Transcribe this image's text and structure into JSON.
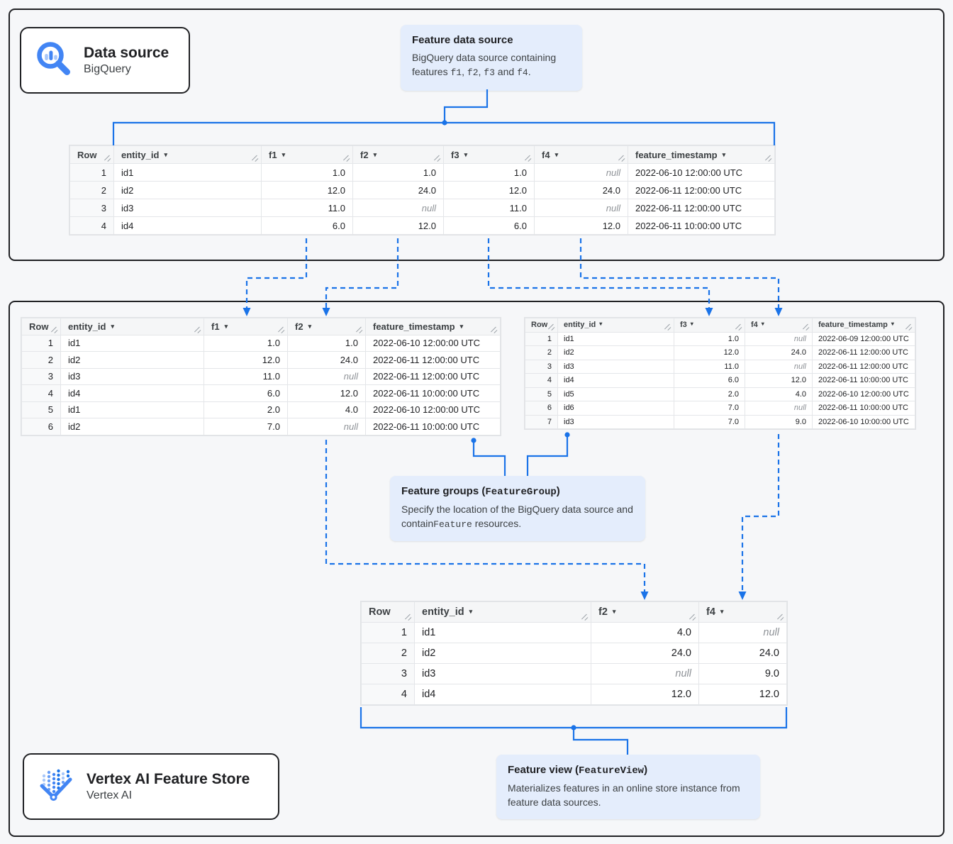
{
  "colors": {
    "accent": "#1a73e8",
    "callout_bg": "#e4edfc",
    "frame_border": "#202124"
  },
  "cards": {
    "data_source": {
      "title": "Data source",
      "subtitle": "BigQuery"
    },
    "vertex": {
      "title": "Vertex AI Feature Store",
      "subtitle": "Vertex AI"
    }
  },
  "callouts": {
    "source": {
      "title_parts": [
        {
          "t": "Feature data source"
        }
      ],
      "body_parts": [
        {
          "t": "BigQuery data source containing features "
        },
        {
          "t": "f1",
          "mono": true
        },
        {
          "t": ", "
        },
        {
          "t": "f2",
          "mono": true
        },
        {
          "t": ", "
        },
        {
          "t": "f3",
          "mono": true
        },
        {
          "t": " and "
        },
        {
          "t": "f4",
          "mono": true
        },
        {
          "t": "."
        }
      ]
    },
    "groups": {
      "title_parts": [
        {
          "t": "Feature groups ("
        },
        {
          "t": "FeatureGroup",
          "mono": true
        },
        {
          "t": ")"
        }
      ],
      "body_parts": [
        {
          "t": "Specify the location of the BigQuery data source and contain"
        },
        {
          "t": "Feature",
          "mono": true
        },
        {
          "t": " resources."
        }
      ]
    },
    "view": {
      "title_parts": [
        {
          "t": "Feature view ("
        },
        {
          "t": "FeatureView",
          "mono": true
        },
        {
          "t": ")"
        }
      ],
      "body_parts": [
        {
          "t": "Materializes features in an online store instance from feature data sources."
        }
      ]
    }
  },
  "tables": {
    "source": {
      "columns": [
        "Row",
        "entity_id",
        "f1",
        "f2",
        "f3",
        "f4",
        "feature_timestamp"
      ],
      "rows": [
        [
          "1",
          "id1",
          "1.0",
          "1.0",
          "1.0",
          "null",
          "2022-06-10 12:00:00 UTC"
        ],
        [
          "2",
          "id2",
          "12.0",
          "24.0",
          "12.0",
          "24.0",
          "2022-06-11 12:00:00 UTC"
        ],
        [
          "3",
          "id3",
          "11.0",
          "null",
          "11.0",
          "null",
          "2022-06-11 12:00:00 UTC"
        ],
        [
          "4",
          "id4",
          "6.0",
          "12.0",
          "6.0",
          "12.0",
          "2022-06-11 10:00:00 UTC"
        ]
      ]
    },
    "group_left": {
      "columns": [
        "Row",
        "entity_id",
        "f1",
        "f2",
        "feature_timestamp"
      ],
      "rows": [
        [
          "1",
          "id1",
          "1.0",
          "1.0",
          "2022-06-10 12:00:00 UTC"
        ],
        [
          "2",
          "id2",
          "12.0",
          "24.0",
          "2022-06-11 12:00:00 UTC"
        ],
        [
          "3",
          "id3",
          "11.0",
          "null",
          "2022-06-11 12:00:00 UTC"
        ],
        [
          "4",
          "id4",
          "6.0",
          "12.0",
          "2022-06-11 10:00:00 UTC"
        ],
        [
          "5",
          "id1",
          "2.0",
          "4.0",
          "2022-06-10 12:00:00 UTC"
        ],
        [
          "6",
          "id2",
          "7.0",
          "null",
          "2022-06-11 10:00:00 UTC"
        ]
      ]
    },
    "group_right": {
      "columns": [
        "Row",
        "entity_id",
        "f3",
        "f4",
        "feature_timestamp"
      ],
      "rows": [
        [
          "1",
          "id1",
          "1.0",
          "null",
          "2022-06-09 12:00:00 UTC"
        ],
        [
          "2",
          "id2",
          "12.0",
          "24.0",
          "2022-06-11 12:00:00 UTC"
        ],
        [
          "3",
          "id3",
          "11.0",
          "null",
          "2022-06-11 12:00:00 UTC"
        ],
        [
          "4",
          "id4",
          "6.0",
          "12.0",
          "2022-06-11 10:00:00 UTC"
        ],
        [
          "5",
          "id5",
          "2.0",
          "4.0",
          "2022-06-10 12:00:00 UTC"
        ],
        [
          "6",
          "id6",
          "7.0",
          "null",
          "2022-06-11 10:00:00 UTC"
        ],
        [
          "7",
          "id3",
          "7.0",
          "9.0",
          "2022-06-10 10:00:00 UTC"
        ]
      ]
    },
    "view": {
      "columns": [
        "Row",
        "entity_id",
        "f2",
        "f4"
      ],
      "rows": [
        [
          "1",
          "id1",
          "4.0",
          "null"
        ],
        [
          "2",
          "id2",
          "24.0",
          "24.0"
        ],
        [
          "3",
          "id3",
          "null",
          "9.0"
        ],
        [
          "4",
          "id4",
          "12.0",
          "12.0"
        ]
      ]
    }
  }
}
